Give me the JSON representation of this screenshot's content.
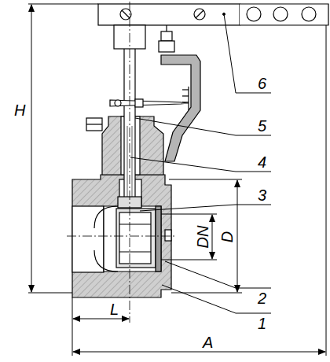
{
  "diagram": {
    "labels": [
      "H",
      "6",
      "5",
      "4",
      "3",
      "DN",
      "D",
      "2",
      "1",
      "L",
      "A"
    ]
  }
}
